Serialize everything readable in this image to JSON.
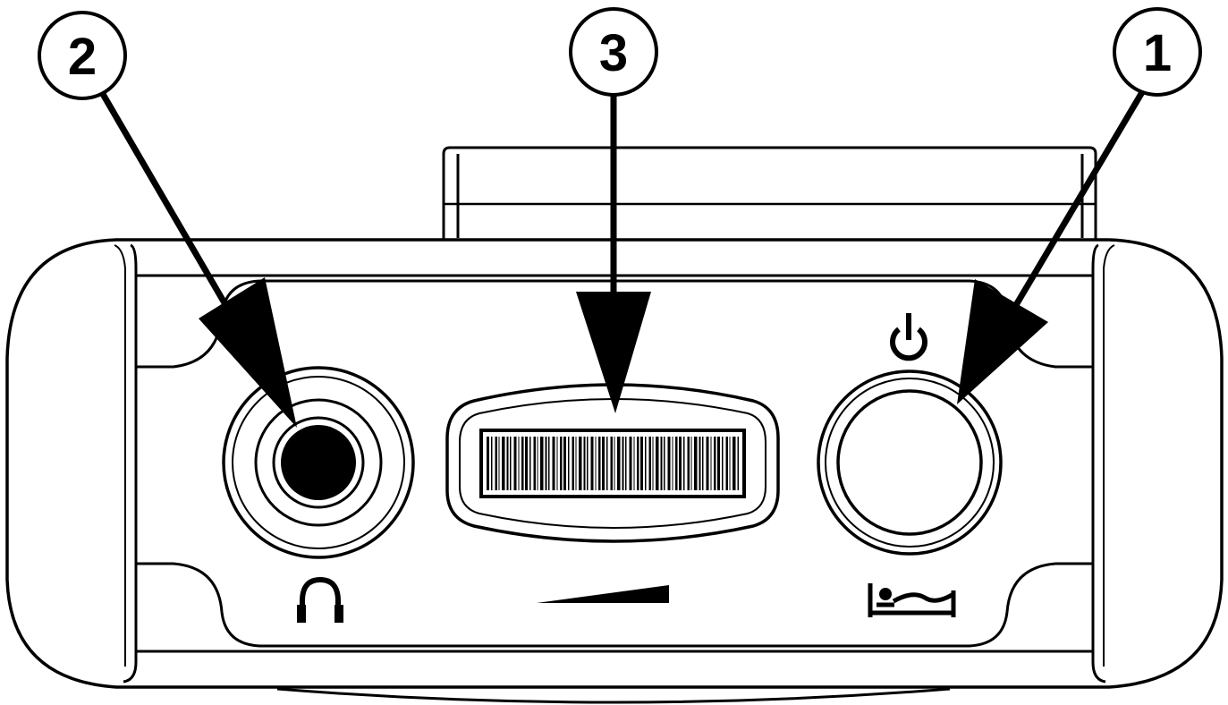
{
  "callouts": [
    {
      "id": "callout-power",
      "number": "1",
      "target": "power-button"
    },
    {
      "id": "callout-headphone",
      "number": "2",
      "target": "headphone-jack"
    },
    {
      "id": "callout-volume",
      "number": "3",
      "target": "volume-wheel"
    }
  ],
  "icons": {
    "power": "power-icon",
    "headphone": "headphone-icon",
    "volume": "volume-ramp-icon",
    "sleep": "sleep-bed-icon"
  },
  "colors": {
    "ink": "#000000",
    "background": "#ffffff"
  }
}
